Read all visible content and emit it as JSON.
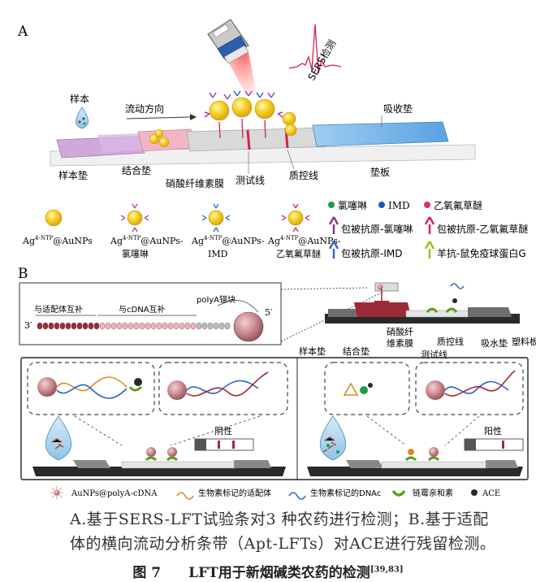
{
  "panel_a": {
    "label": "A",
    "sers_label": "SERS检测",
    "sample_label": "样本",
    "flow_direction": "流动方向",
    "absorbent_pad": "吸收垫",
    "sample_pad": "样本垫",
    "conjugate_pad": "结合垫",
    "nc_membrane": "硝酸纤维素膜",
    "test_line": "测试线",
    "control_line": "质控线",
    "backing": "垫板",
    "legend": {
      "np1": "Ag",
      "np1_sup": "4-NTP",
      "np1_tail": "@AuNPs",
      "np2_a": "Ag",
      "np2_sup": "4-NTP",
      "np2_tail": "@AuNPs-",
      "np2_line2": "氯噻啉",
      "np3_a": "Ag",
      "np3_sup": "4-NTP",
      "np3_tail": "@AuNPs-",
      "np3_line2": "IMD",
      "np4_a": "Ag",
      "np4_sup": "4-NTP",
      "np4_tail": "@AuNPs-",
      "np4_line2": "乙氧氟草醚",
      "dot1": "氯噻啉",
      "dot2": "IMD",
      "dot3": "乙氧氟草醚",
      "ab1": "包被抗原-氯噻啉",
      "ab2": "包被抗原-乙氧氟草醚",
      "ab3": "包被抗原-IMD",
      "ab4": "羊抗-鼠免疫球蛋白G"
    }
  },
  "panel_b": {
    "label": "B",
    "aptamer_comp": "与适配体互补",
    "cdna_comp": "与cDNA互补",
    "polya_anchor": "polyA锚块",
    "end_3": "3′",
    "end_5": "5′",
    "sample_pad": "样本垫",
    "conjugate_pad": "结合垫",
    "nc_membrane_1": "硝酸纤",
    "nc_membrane_2": "维素膜",
    "test_line": "测试线",
    "control_line": "质控线",
    "absorbent_pad": "吸水垫",
    "backing": "塑料板",
    "negative": "阴性",
    "positive": "阳性",
    "legend": {
      "item1": "AuNPs@polyA-cDNA",
      "item2": "生物素标记的适配体",
      "item3": "生物素标记的DNAc",
      "item4": "链霉亲和素",
      "item5": "ACE"
    }
  },
  "caption": {
    "line1": "A.基于SERS-LFT试验条对3 种农药进行检测；B.基于适配",
    "line2": "体的横向流动分析条带（Apt-LFTs）对ACE进行残留检测。",
    "figure_title": "图 7　　LFT用于新烟碱类农药的检测",
    "ref": "[39,83]"
  },
  "colors": {
    "sample_pad": "#c9a6d6",
    "conjugate_pad": "#f2b8c6",
    "membrane": "#d8d8d8",
    "absorbent": "#7fb8e8",
    "red_line": "#d6204e",
    "gold": "#f2c41a",
    "dark_frame": "#333333"
  }
}
